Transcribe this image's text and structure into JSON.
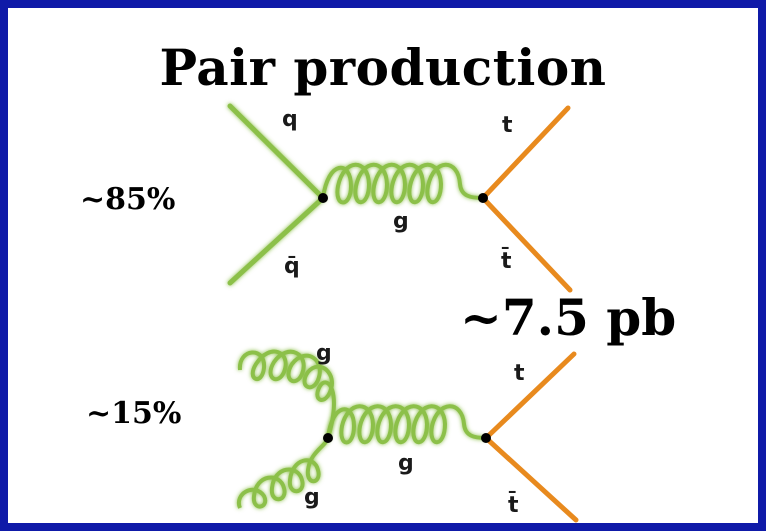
{
  "title": "Pair production",
  "diagrams": [
    {
      "fraction": "~85%",
      "labels": {
        "in1": "q",
        "in2": "q̄",
        "mediator": "g",
        "out1": "t",
        "out2": "t̄"
      }
    },
    {
      "fraction": "~15%",
      "labels": {
        "in1": "g",
        "in2": "g",
        "mediator": "g",
        "out1": "t",
        "out2": "t̄"
      }
    }
  ],
  "cross_section": "~7.5 pb",
  "colors": {
    "frame": "#0f1aa8",
    "quark_line": "#8cc04a",
    "gluon": "#8cc04a",
    "top_line": "#e88a1e",
    "vertex": "#000000"
  }
}
